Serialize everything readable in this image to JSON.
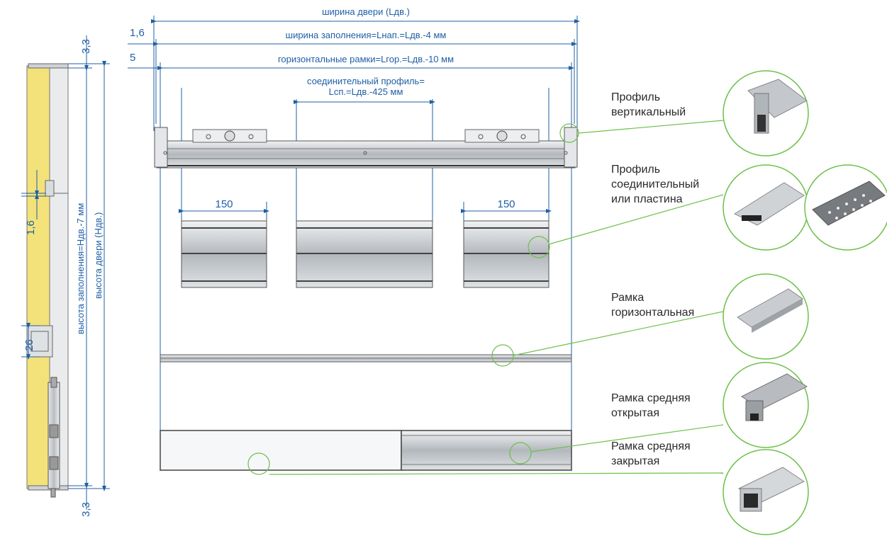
{
  "colors": {
    "dimension": "#1f5fa6",
    "callout_line": "#6cc04a",
    "foam": "#f3e27a",
    "metal": "#c9ccd0",
    "outline": "#555555"
  },
  "top_dimensions": {
    "door_width": "ширина двери (Lдв.)",
    "fill_width": "ширина заполнения=Lнап.=Lдв.-4 мм",
    "horizontal_frames": "горизонтальные рамки=Lгор.=Lдв.-10 мм",
    "offset_1": "1,6",
    "offset_2": "5",
    "connector_line1": "соединительный профиль=",
    "connector_line2": "Lсп.=Lдв.-425 мм",
    "plate_left": "150",
    "plate_right": "150"
  },
  "side_dimensions": {
    "top_gap": "3,3",
    "bottom_gap": "3,3",
    "gap_16": "1,6",
    "gap_26": "26",
    "fill_height": "высота заполнения=Hдв.-7 мм",
    "door_height": "высота двери (Hдв.)"
  },
  "callouts": [
    {
      "line1": "Профиль",
      "line2": "вертикальный"
    },
    {
      "line1": "Профиль",
      "line2": "соединительный",
      "line3": "или пластина"
    },
    {
      "line1": "Рамка",
      "line2": "горизонтальная"
    },
    {
      "line1": "Рамка средняя",
      "line2": "открытая"
    },
    {
      "line1": "Рамка средняя",
      "line2": "закрытая"
    }
  ]
}
